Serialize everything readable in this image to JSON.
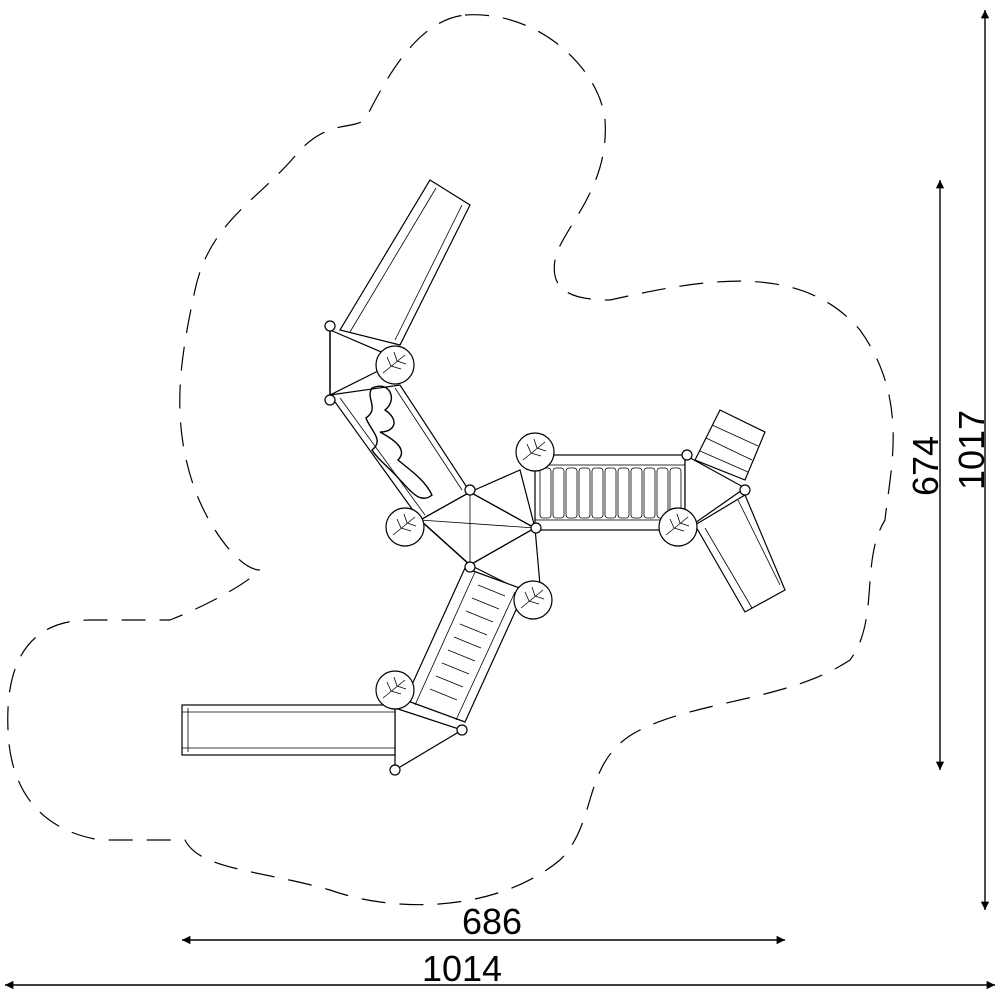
{
  "dimensions": {
    "inner_width": "686",
    "outer_width": "1014",
    "inner_height": "674",
    "outer_height": "1017"
  },
  "colors": {
    "line": "#000000",
    "background": "#ffffff"
  }
}
